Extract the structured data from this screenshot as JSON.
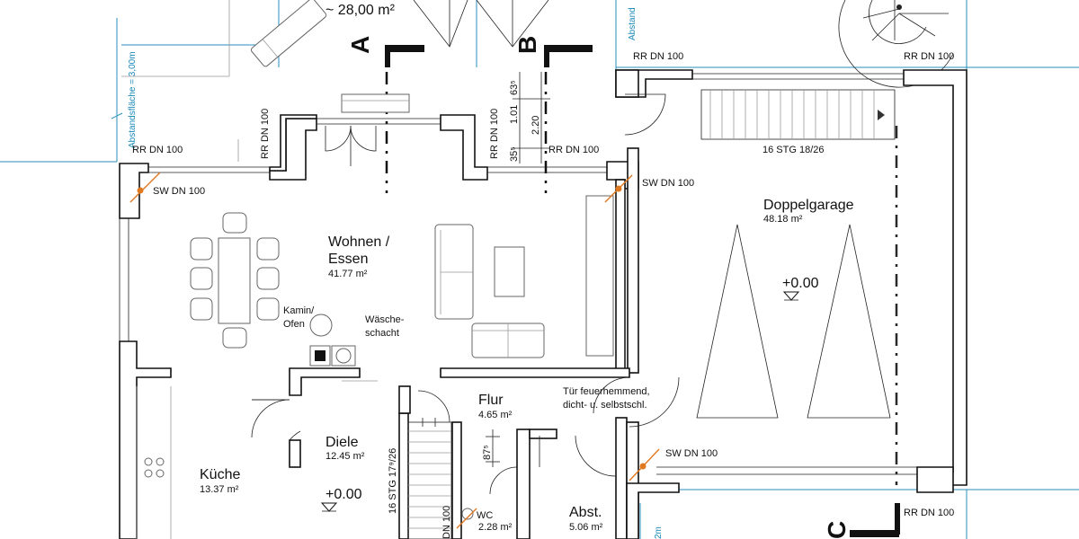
{
  "plan": {
    "area_top": "~ 28,00 m²",
    "section_marks": [
      "A",
      "B",
      "C"
    ],
    "abstand_left": "Abstandsfläche = 3,00m",
    "abstand_top_right": "Abstand",
    "abstand_bottom": "2m",
    "rooms": {
      "wohnen": {
        "name_line1": "Wohnen /",
        "name_line2": "Essen",
        "area": "41.77 m²"
      },
      "garage": {
        "name": "Doppelgarage",
        "area": "48.18 m²",
        "level": "+0.00"
      },
      "kueche": {
        "name": "Küche",
        "area": "13.37 m²"
      },
      "diele": {
        "name": "Diele",
        "area": "12.45 m²",
        "level": "+0.00"
      },
      "flur": {
        "name": "Flur",
        "area": "4.65 m²"
      },
      "wc": {
        "name": "WC",
        "area": "2.28 m²"
      },
      "abst": {
        "name": "Abst.",
        "area": "5.06 m²"
      }
    },
    "labels": {
      "rr_dn100": "RR DN 100",
      "sw_dn100": "SW DN 100",
      "kamin_1": "Kamin/",
      "kamin_2": "Ofen",
      "waesche_1": "Wäsche-",
      "waesche_2": "schacht",
      "tuer_1": "Tür feuerhemmend,",
      "tuer_2": "dicht- u. selbstschl.",
      "garage_stair": "16 STG 18/26",
      "main_stair": "16 STG 17⁹/26",
      "dn100": "DN 100"
    },
    "dims": {
      "d1": "63⁵",
      "d2": "1.01",
      "d3": "2.20",
      "d4": "35⁵",
      "d5": "87⁵"
    }
  }
}
